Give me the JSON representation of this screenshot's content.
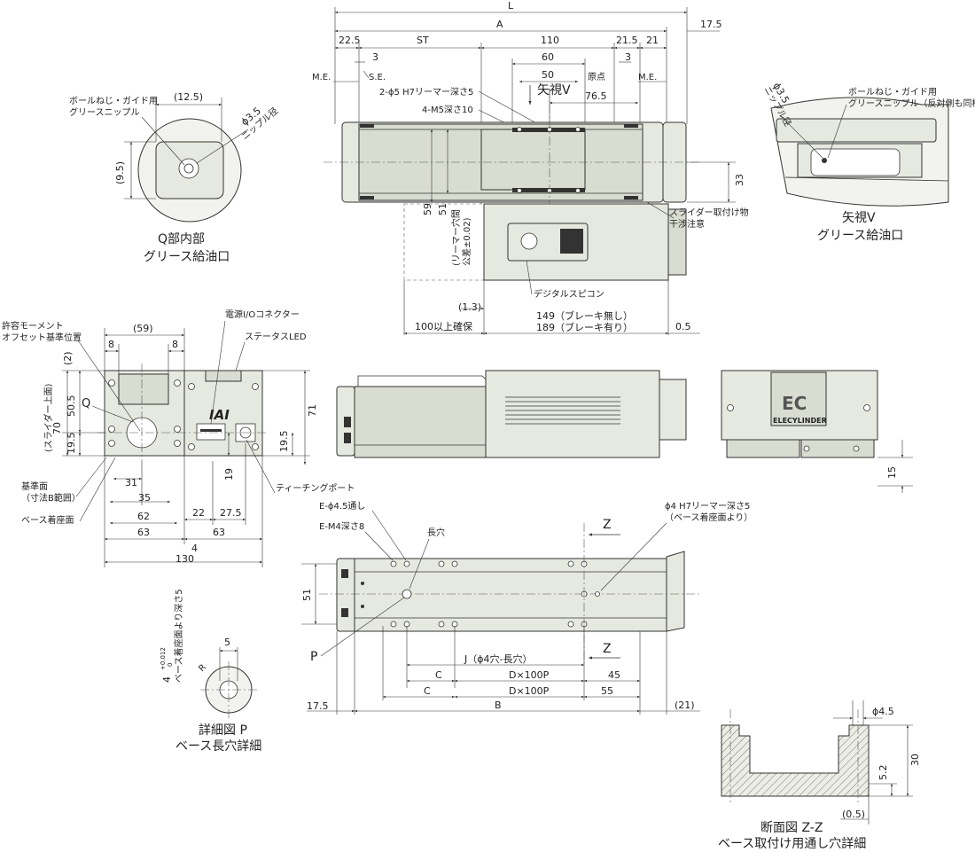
{
  "top_view": {
    "dims": {
      "L": "L",
      "A": "A",
      "d17_5": "17.5",
      "d22_5": "22.5",
      "ST": "ST",
      "d110": "110",
      "d21_5": "21.5",
      "d21": "21",
      "d3a": "3",
      "d3b": "3",
      "d60": "60",
      "d50": "50",
      "d76_5": "76.5",
      "d33": "33",
      "d59": "59",
      "d51": "51",
      "d1_3": "(1.3)",
      "d100": "100以上確保",
      "d149": "149（ブレーキ無し）",
      "d189": "189（ブレーキ有り）",
      "d0_5": "0.5"
    },
    "labels": {
      "me_left": "M.E.",
      "se": "S.E.",
      "origin": "原点",
      "me_right": "M.E.",
      "reamer": "2-ϕ5 H7リーマー深さ5",
      "m5": "4-M5深さ10",
      "view_v": "矢視V",
      "reamer_tol_1": "(リーマー穴間",
      "reamer_tol_2": "公差±0.02)",
      "slider_note_1": "スライダー取付け物",
      "slider_note_2": "干渉注意",
      "digital": "デジタルスピコン"
    }
  },
  "detail_q": {
    "label_1": "ボールねじ・ガイド用",
    "label_2": "グリースニップル",
    "d12_5": "(12.5)",
    "d9_5": "(9.5)",
    "nipple_1": "ϕ3.5",
    "nipple_2": "ニップル径",
    "caption_1": "Q部内部",
    "caption_2": "グリース給油口"
  },
  "view_v": {
    "nipple_1": "ϕ3.5",
    "nipple_2": "ニップル径",
    "label_1": "ボールねじ・ガイド用",
    "label_2": "グリースニップル（反対側も同様）",
    "caption_1": "矢視V",
    "caption_2": "グリース給油口"
  },
  "end_view": {
    "moment_1": "許容モーメント",
    "moment_2": "オフセット基準位置",
    "connector": "電源I/Oコネクター",
    "status": "ステータスLED",
    "logo": "IAI",
    "teaching": "ティーチングポート",
    "ref_1": "基準面",
    "ref_2": "（寸法B範囲）",
    "base": "ベース着座面",
    "q": "Q",
    "dims": {
      "d59": "(59)",
      "d8a": "8",
      "d8b": "8",
      "d2": "(2)",
      "d70_1": "70",
      "d70_2": "(スライダー上面)",
      "d50_5": "50.5",
      "d19_5": "19.5",
      "d71": "71",
      "d19_5r": "19.5",
      "d19": "19",
      "d31": "31",
      "d35": "35",
      "d22": "22",
      "d27_5": "27.5",
      "d62": "62",
      "d63a": "63",
      "d63b": "63",
      "d4": "4",
      "d130": "130"
    }
  },
  "side_view": {
    "brand": "ELECYLINDER",
    "logo": "EC",
    "d15": "15"
  },
  "bottom_view": {
    "e45": "E-ϕ4.5通し",
    "em4": "E-M4深さ8",
    "slot": "長穴",
    "reamer_1": "ϕ4 H7リーマー深さ5",
    "reamer_2": "（ベース着座面より）",
    "z_top": "Z",
    "z_bot": "Z",
    "p": "P",
    "dims": {
      "d51": "51",
      "J": "J（ϕ4穴-長穴）",
      "C1": "C",
      "D1": "D×100P",
      "d45": "45",
      "C2": "C",
      "D2": "D×100P",
      "d55": "55",
      "d17_5": "17.5",
      "B": "B",
      "d21": "(21)"
    }
  },
  "detail_p": {
    "d5": "5",
    "d4": "4",
    "tol": "+0.012",
    "tol0": "0",
    "depth": "ベース着座面より深さ5",
    "r": "R",
    "caption_1": "詳細図 P",
    "caption_2": "ベース長穴詳細"
  },
  "section_zz": {
    "d4_5": "ϕ4.5",
    "d30": "30",
    "d5_2": "5.2",
    "d0_5": "(0.5)",
    "caption_1": "断面図 Z-Z",
    "caption_2": "ベース取付け用通し穴詳細"
  }
}
